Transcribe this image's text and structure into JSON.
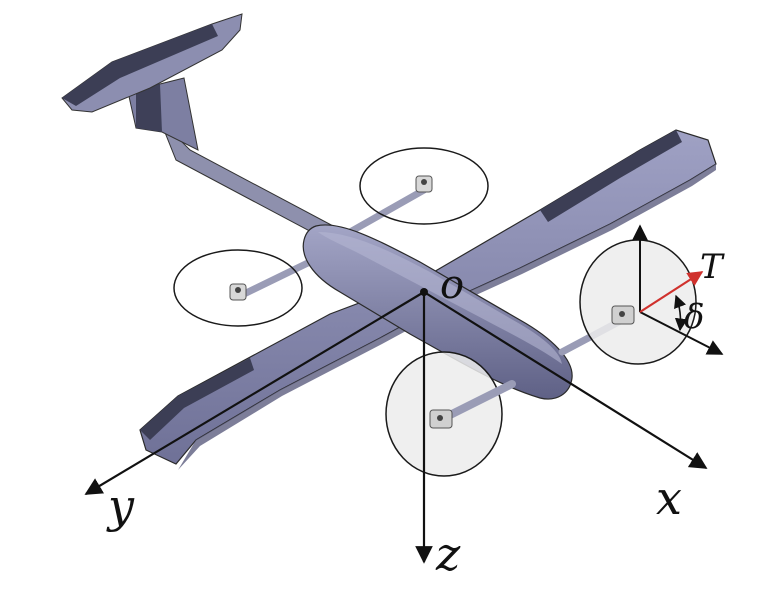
{
  "labels": {
    "origin": "o",
    "x_axis": "x",
    "y_axis": "y",
    "z_axis": "z",
    "thrust": "T",
    "tilt_angle": "δ"
  },
  "colors": {
    "fuselage": "#7e80a6",
    "wing": "#8b8db2",
    "wing_dark": "#5a5c7e",
    "control_surface": "#3c3e55",
    "boom": "#8a8ca8",
    "rotor_disk_fill": "#ececec",
    "outline": "#1a1a1a",
    "thrust_vector": "#d0312d"
  }
}
